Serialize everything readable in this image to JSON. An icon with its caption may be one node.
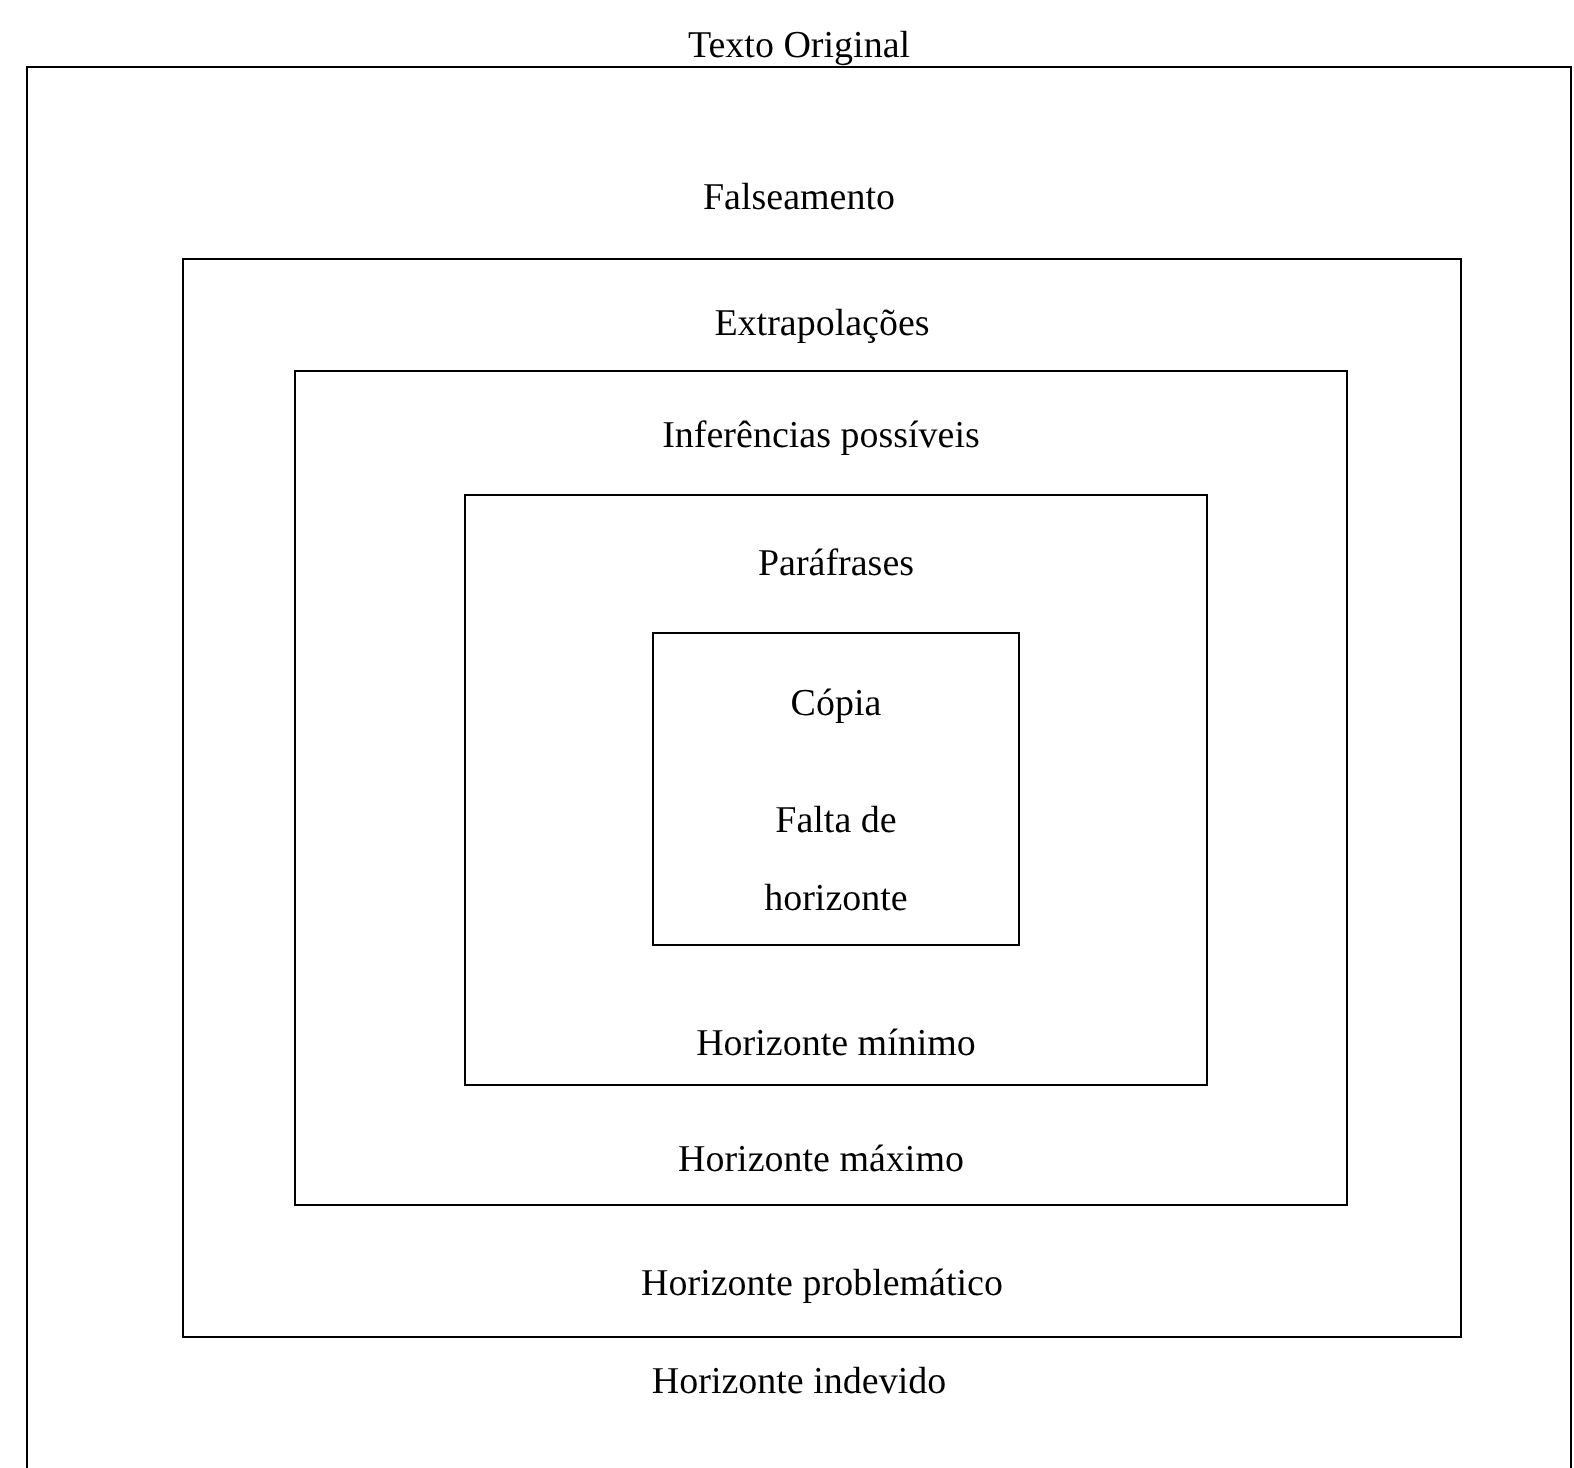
{
  "diagram": {
    "nodes": [
      {
        "text": [
          "Texto Original",
          "Falseamento",
          "Horizonte indevido"
        ]
      },
      {
        "text": [
          "Extrapolações",
          "Horizonte problemático"
        ],
        "in": 0
      },
      {
        "text": [
          "Inferências possíveis",
          "Horizonte máximo"
        ],
        "in": 1
      },
      {
        "text": [
          "Paráfrases",
          "Horizonte mínimo"
        ],
        "in": 2
      },
      {
        "text": [
          "Cópia",
          "Falta de horizonte"
        ],
        "in": 3
      }
    ]
  }
}
